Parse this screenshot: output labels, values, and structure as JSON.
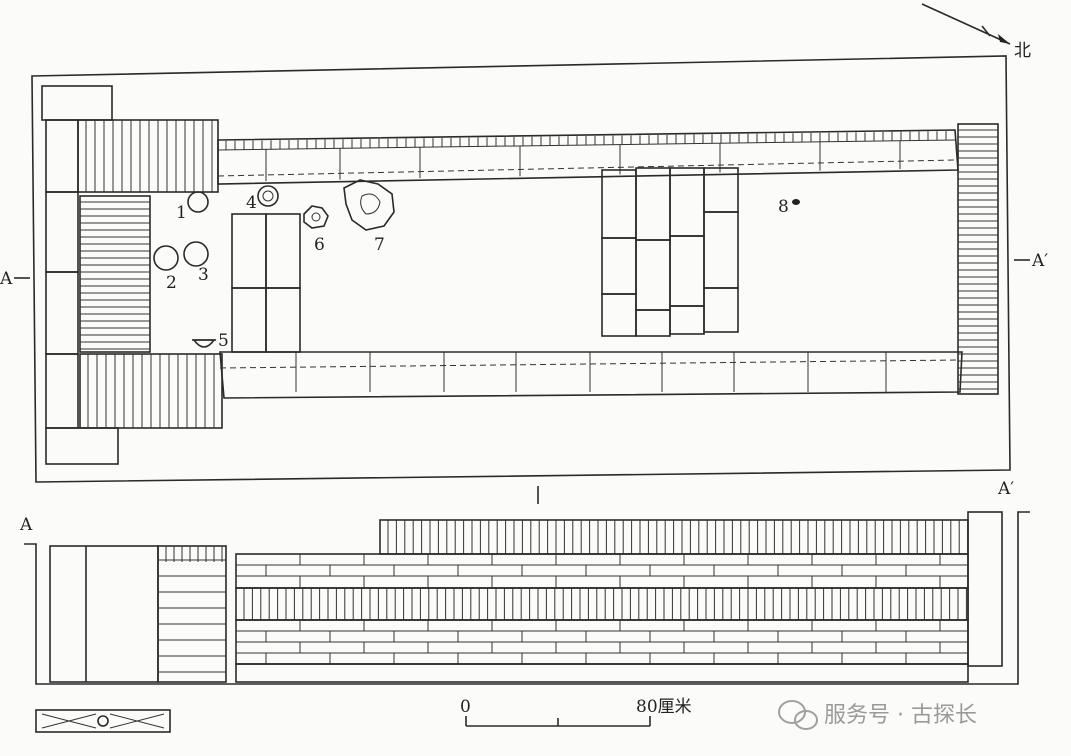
{
  "plan": {
    "north_label": "北",
    "section_left": "A",
    "section_right": "A′",
    "artifacts": [
      "1",
      "2",
      "3",
      "4",
      "5",
      "6",
      "7",
      "8"
    ]
  },
  "section": {
    "left_label": "A",
    "right_label": "A′"
  },
  "scale_bar": {
    "zero": "0",
    "end_label": "80厘米"
  },
  "watermark": {
    "text": "服务号 · 古探长",
    "icon": "wechat-icon"
  }
}
